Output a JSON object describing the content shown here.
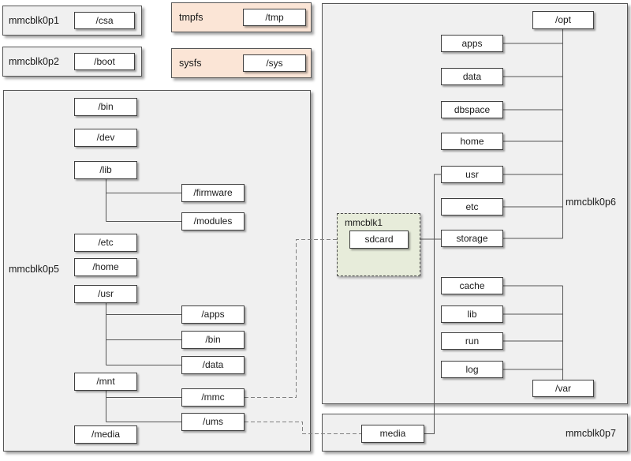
{
  "diagram_type": "filesystem-partition-map",
  "colors": {
    "partition_fill": "#f0f0f0",
    "virtual_fs_fill": "#fbe5d6",
    "sdcard_fill": "#e7ecda",
    "node_fill": "#ffffff",
    "border": "#555555",
    "dashed_connector": "#7f7f7f"
  },
  "partitions": {
    "p1": {
      "name": "mmcblk0p1",
      "mount": "/csa"
    },
    "p2": {
      "name": "mmcblk0p2",
      "mount": "/boot"
    },
    "tmpfs": {
      "name": "tmpfs",
      "mount": "/tmp"
    },
    "sysfs": {
      "name": "sysfs",
      "mount": "/sys"
    },
    "p5": {
      "name": "mmcblk0p5"
    },
    "p6": {
      "name": "mmcblk0p6"
    },
    "p7": {
      "name": "mmcblk0p7"
    },
    "sd": {
      "name": "mmcblk1",
      "mount": "sdcard"
    }
  },
  "p5_nodes": {
    "bin": "/bin",
    "dev": "/dev",
    "lib": "/lib",
    "firmware": "/firmware",
    "modules": "/modules",
    "etc": "/etc",
    "home": "/home",
    "usr": "/usr",
    "usr_apps": "/apps",
    "usr_bin": "/bin",
    "usr_data": "/data",
    "mnt": "/mnt",
    "mnt_mmc": "/mmc",
    "mnt_ums": "/ums",
    "media": "/media"
  },
  "p6_nodes": {
    "opt": "/opt",
    "apps": "apps",
    "data": "data",
    "dbspace": "dbspace",
    "home": "home",
    "usr": "usr",
    "etc": "etc",
    "storage": "storage",
    "cache": "cache",
    "lib": "lib",
    "run": "run",
    "log": "log",
    "var": "/var"
  },
  "p7_nodes": {
    "media": "media"
  }
}
